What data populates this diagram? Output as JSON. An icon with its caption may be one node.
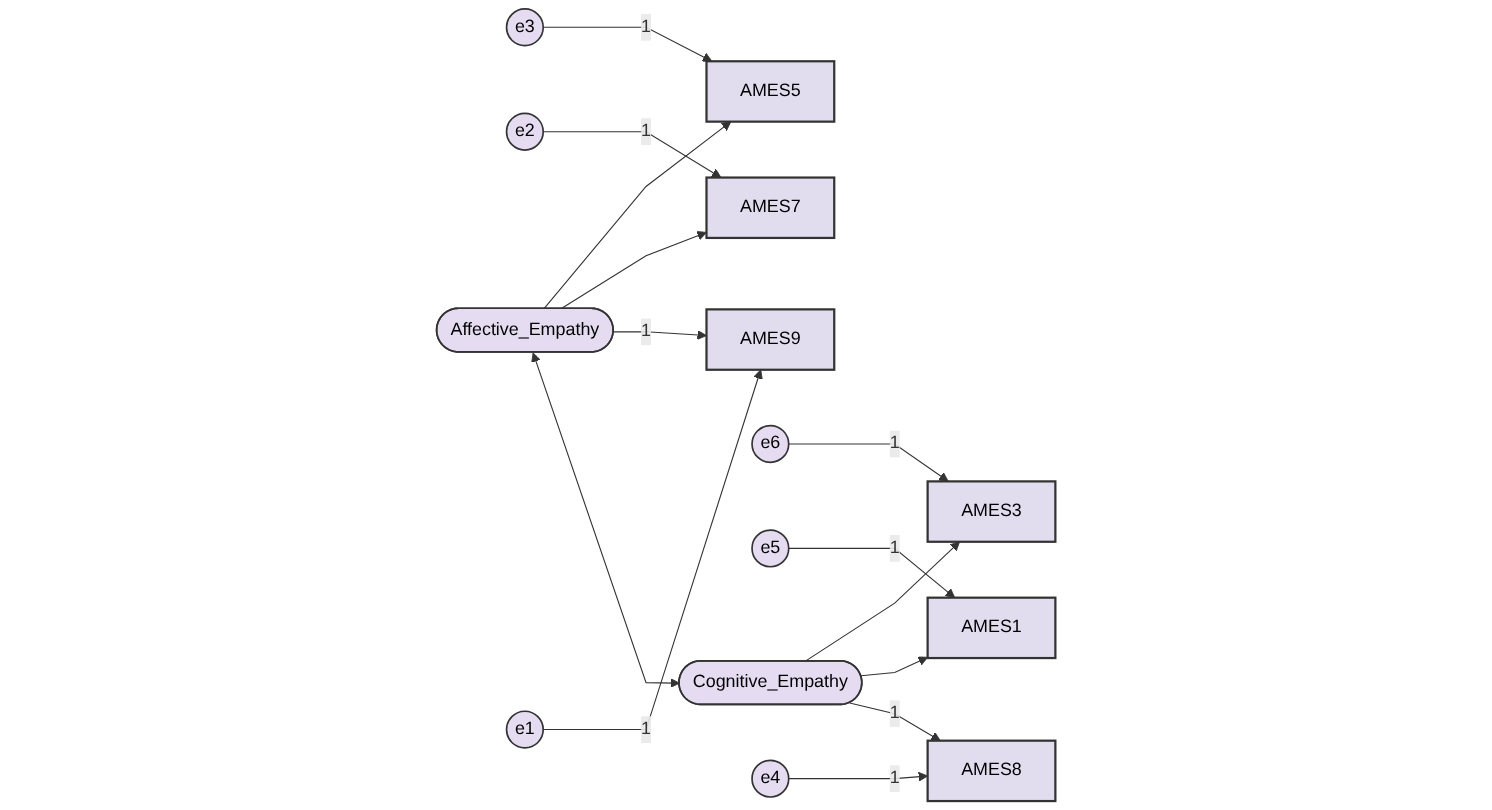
{
  "diagram": {
    "nodes": [
      {
        "text": [
          "e3"
        ]
      },
      {
        "text": [
          "AMES5"
        ]
      },
      {
        "text": [
          "e2"
        ]
      },
      {
        "text": [
          "AMES7"
        ]
      },
      {
        "text": [
          "Affective_Empathy"
        ]
      },
      {
        "text": [
          "e1"
        ]
      },
      {
        "text": [
          "AMES9"
        ]
      },
      {
        "text": [
          "e6"
        ]
      },
      {
        "text": [
          "AMES3"
        ]
      },
      {
        "text": [
          "e5"
        ]
      },
      {
        "text": [
          "AMES1"
        ]
      },
      {
        "text": [
          "Cognitive_Empathy"
        ]
      },
      {
        "text": [
          "e4"
        ]
      },
      {
        "text": [
          "AMES8"
        ]
      }
    ],
    "edges": [
      {
        "from": 0,
        "to": 1,
        "arrow": "to",
        "label": "1"
      },
      {
        "from": 2,
        "to": 3,
        "arrow": "to",
        "label": "1"
      },
      {
        "from": 5,
        "to": 6,
        "arrow": "to",
        "label": "1"
      },
      {
        "from": 4,
        "to": 1,
        "arrow": "to"
      },
      {
        "from": 4,
        "to": 3,
        "arrow": "to"
      },
      {
        "from": 4,
        "to": 6,
        "arrow": "to",
        "label": "1"
      },
      {
        "from": 7,
        "to": 8,
        "arrow": "to",
        "label": "1"
      },
      {
        "from": 9,
        "to": 10,
        "arrow": "to",
        "label": "1"
      },
      {
        "from": 12,
        "to": 13,
        "arrow": "to",
        "label": "1"
      },
      {
        "from": 11,
        "to": 8,
        "arrow": "to"
      },
      {
        "from": 11,
        "to": 10,
        "arrow": "to"
      },
      {
        "from": 11,
        "to": 13,
        "arrow": "to",
        "label": "1"
      },
      {
        "from": 4,
        "to": 11,
        "arrow": "both"
      }
    ]
  }
}
